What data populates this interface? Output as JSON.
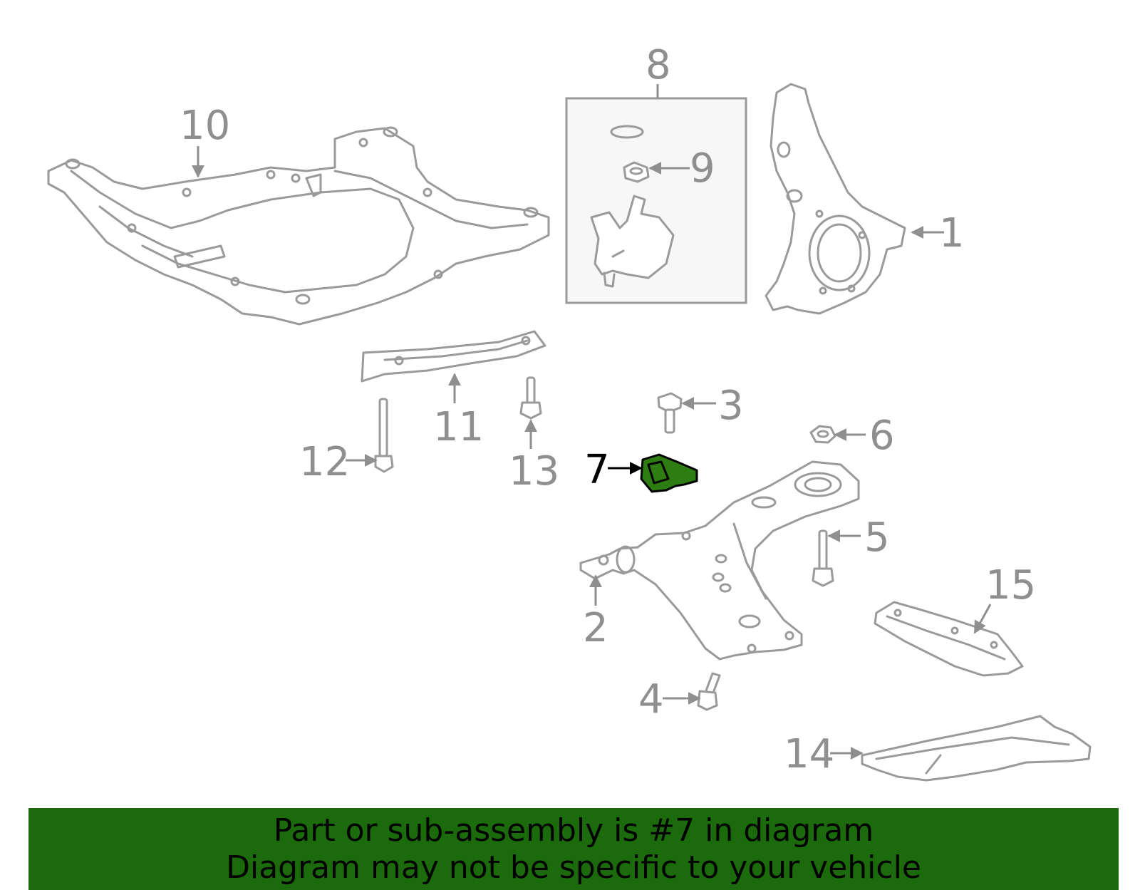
{
  "callouts": {
    "c1": "1",
    "c2": "2",
    "c3": "3",
    "c4": "4",
    "c5": "5",
    "c6": "6",
    "c7": "7",
    "c8": "8",
    "c9": "9",
    "c10": "10",
    "c11": "11",
    "c12": "12",
    "c13": "13",
    "c14": "14",
    "c15": "15"
  },
  "highlight": {
    "part": "7",
    "color": "#2e7d12"
  },
  "banner": {
    "line1": "Part or sub-assembly is #7 in diagram",
    "line2": "Diagram may not be specific to your vehicle",
    "background": "#1b6b0c"
  }
}
